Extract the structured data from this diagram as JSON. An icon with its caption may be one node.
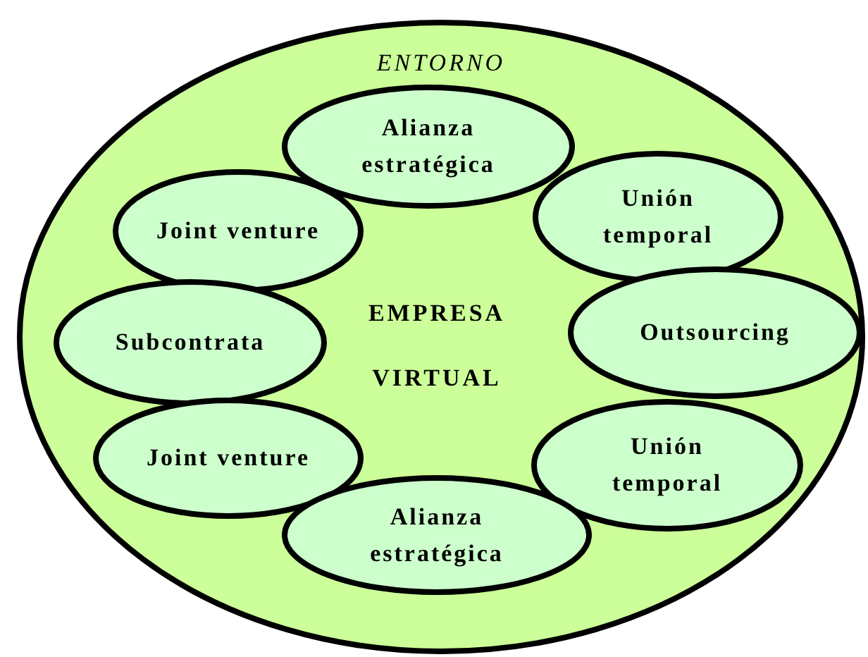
{
  "diagram": {
    "nodes": [
      {
        "text": [
          "ENTORNO"
        ]
      },
      {
        "text": [
          "Alianza estratégica"
        ],
        "in": 0
      },
      {
        "text": [
          "Joint venture"
        ],
        "in": 0
      },
      {
        "text": [
          "Unión temporal"
        ],
        "in": 0
      },
      {
        "text": [
          "Subcontrata"
        ],
        "in": 0
      },
      {
        "text": [
          "Outsourcing"
        ],
        "in": 0
      },
      {
        "text": [
          "Joint venture"
        ],
        "in": 0
      },
      {
        "text": [
          "Unión temporal"
        ],
        "in": 0
      },
      {
        "text": [
          "Alianza estratégica"
        ],
        "in": 0
      }
    ],
    "labels": [
      "EMPRESA",
      "VIRTUAL"
    ]
  }
}
